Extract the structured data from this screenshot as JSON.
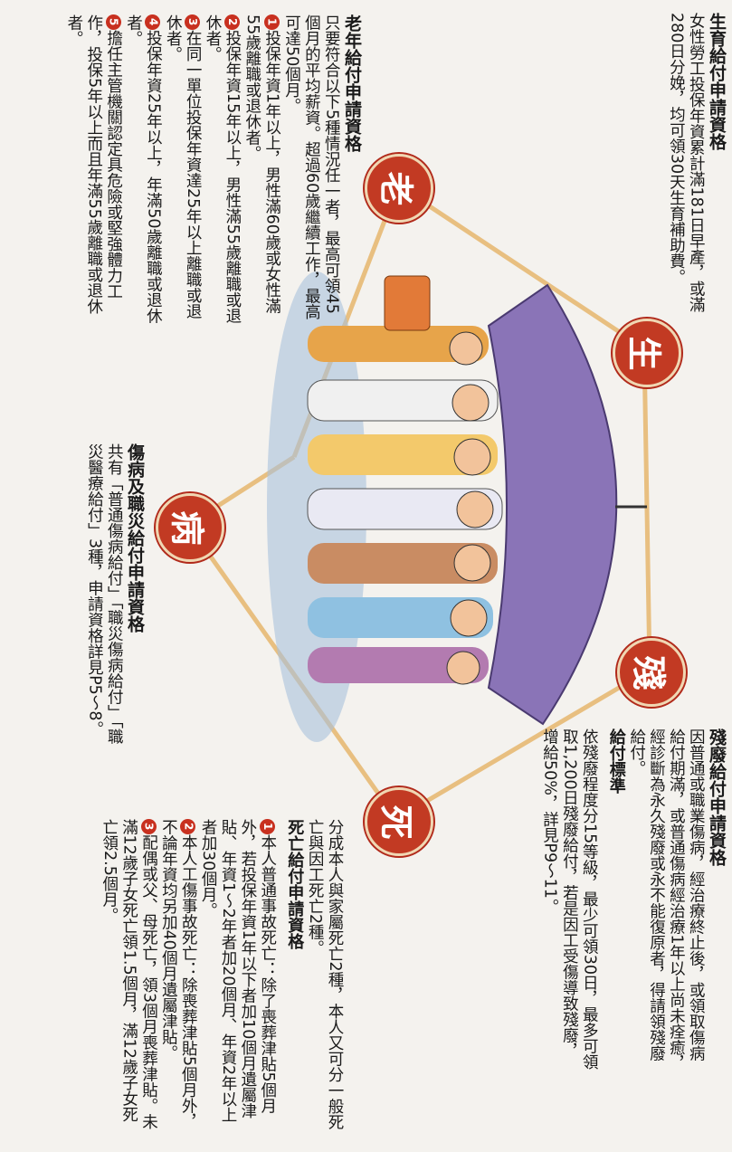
{
  "badges": {
    "birth": "生",
    "old": "老",
    "sick": "病",
    "disability": "殘",
    "death": "死"
  },
  "birth": {
    "title": "生育給付申請資格",
    "body": "女性勞工投保年資累計滿181日早產，或滿280日分娩，均可領30天生育補助費。"
  },
  "old_age": {
    "title": "老年給付申請資格",
    "body": "只要符合以下5種情況任一者，最高可領45個月的平均薪資。超過60歲繼續工作，最高可達50個月。",
    "items": [
      {
        "n": "1",
        "text": "投保年資1年以上，男性滿60歲或女性滿55歲離職或退休者。"
      },
      {
        "n": "2",
        "text": "投保年資15年以上，男性滿55歲離職或退休者。"
      },
      {
        "n": "3",
        "text": "在同一單位投保年資達25年以上離職或退休者。"
      },
      {
        "n": "4",
        "text": "投保年資25年以上，年滿50歲離職或退休者。"
      },
      {
        "n": "5",
        "text": "擔任主管機關認定具危險或堅強體力工作，投保5年以上而且年滿55歲離職或退休者。"
      }
    ]
  },
  "sickness": {
    "title": "傷病及職災給付申請資格",
    "body": "共有「普通傷病給付」「職災傷病給付」「職災醫療給付」3種，申請資格詳見P5～8。"
  },
  "disability": {
    "title": "殘廢給付申請資格",
    "body": "因普通或職業傷病，經治療終止後，或領取傷病給付期滿，或普通傷病經治療1年以上尚未痊癒，經診斷為永久殘廢或永不能復原者，得請領殘廢給付。",
    "std_title": "給付標準",
    "std_body": "依殘廢程度分15等級，最少可領30日，最多可領取1,200日殘廢給付，若是因工受傷導致殘廢，增給50%，詳見P9～11。"
  },
  "death": {
    "intro": "分成本人與家屬死亡2種，本人又可分一般死亡與因工死亡2種。",
    "title": "死亡給付申請資格",
    "items": [
      {
        "n": "1",
        "text": "本人普通事故死亡：除了喪葬津貼5個月外，若投保年資1年以下者加10個月遺屬津貼、年資1～2年者加20個月、年資2年以上者加30個月。"
      },
      {
        "n": "2",
        "text": "本人工傷事故死亡：除喪葬津貼5個月外，不論年資均另加40個月遺屬津貼。"
      },
      {
        "n": "3",
        "text": "配偶或父、母死亡，領3個月喪葬津貼。未滿12歲子女死亡領1.5個月，滿12歲子女死亡領2.5個月。"
      }
    ]
  },
  "colors": {
    "badge": "#c23a23",
    "umbrella": "#8a74b7",
    "line": "#e2b97a"
  }
}
